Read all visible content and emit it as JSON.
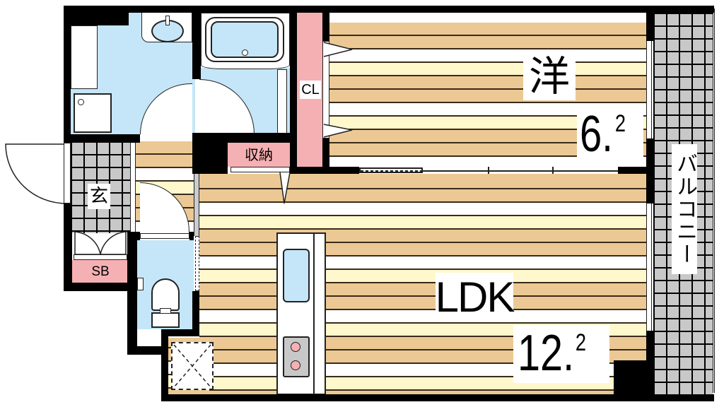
{
  "floorplan": {
    "rooms": {
      "western_room": {
        "label": "洋",
        "size_main": "6.",
        "size_sup": "2"
      },
      "ldk": {
        "label": "LDK",
        "size_main": "12.",
        "size_sup": "2"
      },
      "entrance": {
        "label": "玄"
      },
      "shoe_box": {
        "label": "SB"
      },
      "storage": {
        "label": "収納"
      },
      "closet": {
        "label": "CL"
      },
      "balcony": {
        "label": "バルコニー"
      }
    },
    "fixtures": [
      "washbasin",
      "bathtub",
      "washing-machine-pan",
      "toilet",
      "kitchen-sink",
      "stove-burners",
      "refrigerator-space"
    ],
    "colors": {
      "wall": "#000000",
      "floor_tan": "#ecc994",
      "floor_cream": "#fff8cc",
      "wet_area": "#c4e6f8",
      "storage_pink": "#f5b0b3",
      "tile_gray": "#c8c8c8"
    }
  }
}
